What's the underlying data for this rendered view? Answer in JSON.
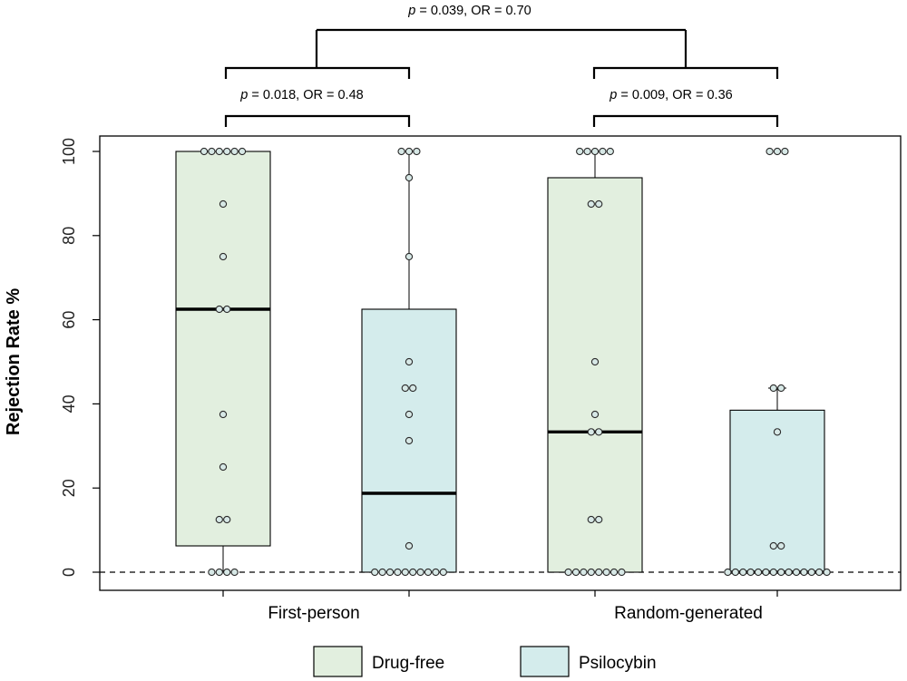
{
  "chart_data": {
    "type": "box",
    "ylabel": "Rejection Rate %",
    "xlabel": "",
    "ylim": [
      0,
      100
    ],
    "yticks": [
      0,
      20,
      40,
      60,
      80,
      100
    ],
    "reference_line": {
      "y": 0,
      "style": "dashed"
    },
    "groups": [
      {
        "label": "First-person"
      },
      {
        "label": "Random-generated"
      }
    ],
    "legend": {
      "placement": "bottom",
      "entries": [
        {
          "label": "Drug-free",
          "color": "#e2efdf"
        },
        {
          "label": "Psilocybin",
          "color": "#d4ecec"
        }
      ]
    },
    "boxes": [
      {
        "group": "First-person",
        "series": "Drug-free",
        "color": "#e2efdf",
        "q1": 6.25,
        "median": 62.5,
        "q3": 100,
        "whisker_low": 0,
        "whisker_high": 100,
        "points": [
          100,
          100,
          100,
          100,
          100,
          100,
          87.5,
          75,
          62.5,
          62.5,
          37.5,
          25,
          12.5,
          12.5,
          0,
          0,
          0,
          0
        ]
      },
      {
        "group": "First-person",
        "series": "Psilocybin",
        "color": "#d4ecec",
        "q1": 0,
        "median": 18.75,
        "q3": 62.5,
        "whisker_low": 0,
        "whisker_high": 100,
        "points": [
          100,
          100,
          100,
          93.75,
          75,
          50,
          43.75,
          43.75,
          37.5,
          31.25,
          6.25,
          0,
          0,
          0,
          0,
          0,
          0,
          0,
          0,
          0,
          0
        ]
      },
      {
        "group": "Random-generated",
        "series": "Drug-free",
        "color": "#e2efdf",
        "q1": 0,
        "median": 33.33,
        "q3": 93.75,
        "whisker_low": 0,
        "whisker_high": 100,
        "points": [
          100,
          100,
          100,
          100,
          100,
          87.5,
          87.5,
          50,
          37.5,
          33.33,
          33.33,
          12.5,
          12.5,
          0,
          0,
          0,
          0,
          0,
          0,
          0,
          0
        ]
      },
      {
        "group": "Random-generated",
        "series": "Psilocybin",
        "color": "#d4ecec",
        "q1": 0,
        "median": 0,
        "q3": 38.5,
        "whisker_low": 0,
        "whisker_high": 43.75,
        "points": [
          100,
          100,
          100,
          43.75,
          43.75,
          33.33,
          6.25,
          6.25,
          0,
          0,
          0,
          0,
          0,
          0,
          0,
          0,
          0,
          0,
          0,
          0,
          0,
          0
        ]
      }
    ],
    "comparisons": [
      {
        "between": [
          "First-person Drug-free",
          "First-person Psilocybin"
        ],
        "p": "0.018",
        "rest": ", OR = 0.48"
      },
      {
        "between": [
          "Random-generated Drug-free",
          "Random-generated Psilocybin"
        ],
        "p": "0.009",
        "rest": ", OR = 0.36"
      },
      {
        "between": [
          "First-person",
          "Random-generated"
        ],
        "p": "0.039",
        "rest": ", OR = 0.70"
      }
    ],
    "p_symbol": "p"
  }
}
